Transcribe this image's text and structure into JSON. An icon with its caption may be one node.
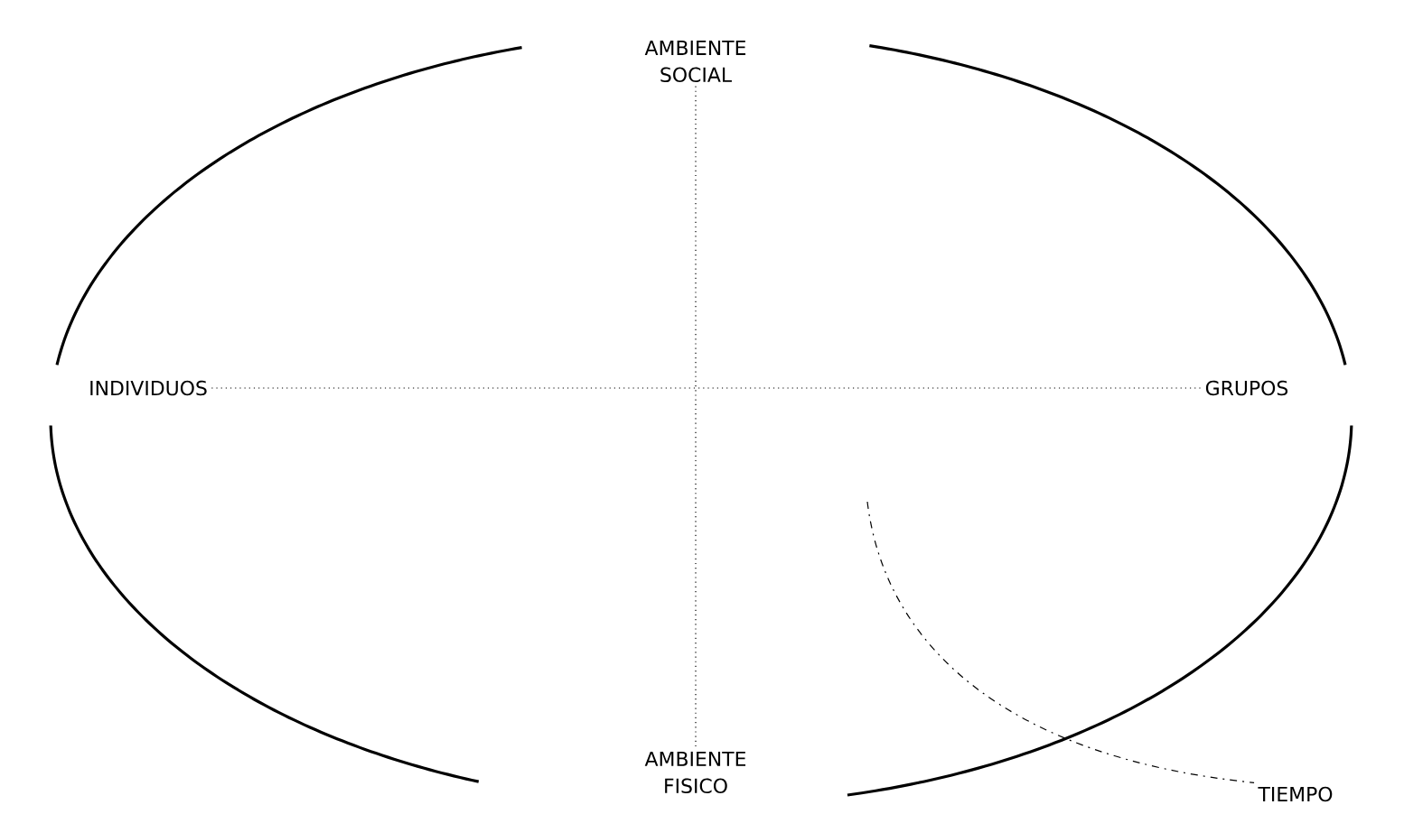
{
  "diagram": {
    "nodes": [
      {
        "text": [
          "AMBIENTE SOCIAL"
        ]
      },
      {
        "text": [
          "INDIVIDUOS"
        ]
      },
      {
        "text": [
          "GRUPOS"
        ]
      },
      {
        "text": [
          "AMBIENTE FISICO"
        ]
      },
      {
        "text": [
          "TIEMPO"
        ]
      }
    ],
    "edges": [
      {
        "from": 0,
        "to": 3,
        "arrow": "none"
      },
      {
        "from": 1,
        "to": 2,
        "arrow": "none"
      },
      {
        "from": null,
        "to": 4,
        "arrow": "none",
        "style": "dashed"
      }
    ]
  }
}
